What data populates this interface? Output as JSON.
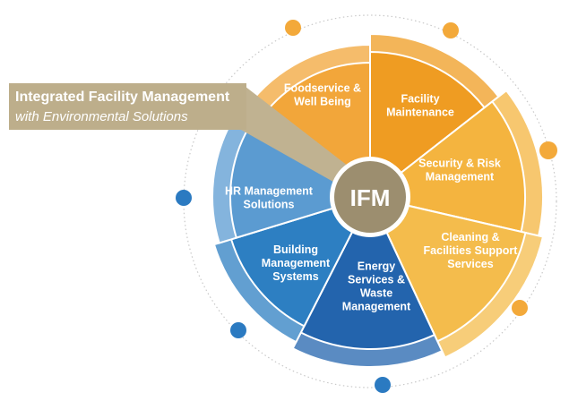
{
  "center": {
    "label": "IFM",
    "color": "#9c8e6f"
  },
  "banner": {
    "title": "Integrated Facility Management",
    "subtitle": "with Environmental Solutions",
    "color": "#bdae8b"
  },
  "segments": [
    {
      "id": "foodservice",
      "lines": [
        "Foodservice &",
        "Well Being"
      ],
      "color": "#f2a63a"
    },
    {
      "id": "facility-maintenance",
      "lines": [
        "Facility",
        "Maintenance"
      ],
      "color": "#ef9c22"
    },
    {
      "id": "security",
      "lines": [
        "Security & Risk",
        "Management"
      ],
      "color": "#f4b43f"
    },
    {
      "id": "cleaning",
      "lines": [
        "Cleaning &",
        "Facilities Support",
        "Services"
      ],
      "color": "#f4bc4c"
    },
    {
      "id": "energy",
      "lines": [
        "Energy",
        "Services &",
        "Waste",
        "Management"
      ],
      "color": "#2364ad"
    },
    {
      "id": "building",
      "lines": [
        "Building",
        "Management",
        "Systems"
      ],
      "color": "#2d7fc2"
    },
    {
      "id": "hr",
      "lines": [
        "HR Management",
        "Solutions"
      ],
      "color": "#5b9bd1"
    }
  ],
  "accent_dots": {
    "orange": "#f3a93a",
    "blue": "#2b7ac1"
  }
}
